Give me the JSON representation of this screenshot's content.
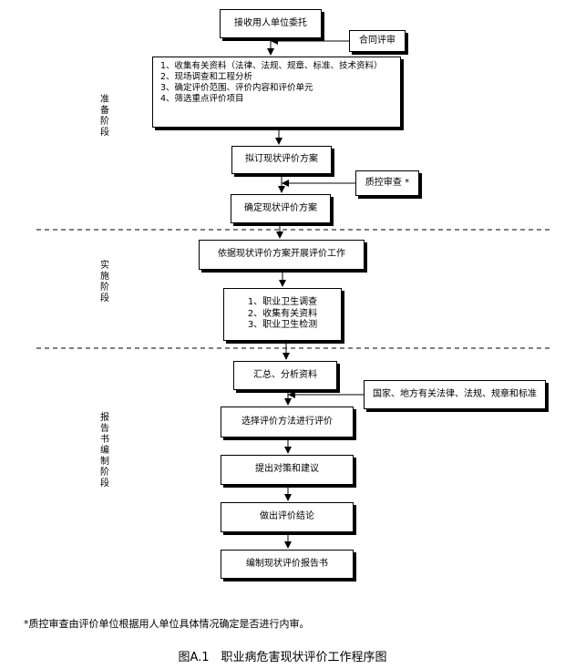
{
  "flow": {
    "receive": "接收用人单位委托",
    "contract_review": "合同评审",
    "prep_items": [
      "1、收集有关资料（法律、法规、规章、标准、技术资料）",
      "2、现场调查和工程分析",
      "3、确定评价范围、评价内容和评价单元",
      "4、筛选重点评价项目"
    ],
    "draft_plan": "拟订现状评价方案",
    "qc_review": "质控审查 *",
    "confirm_plan": "确定现状评价方案",
    "execute": "依据现状评价方案开展评价工作",
    "impl_items": [
      "1、职业卫生调查",
      "2、收集有关资料",
      "3、职业卫生检测"
    ],
    "summarize": "汇总、分析资料",
    "laws": "国家、地方有关法律、法规、规章和标准",
    "select_method": "选择评价方法进行评价",
    "measures": "提出对策和建议",
    "conclusion": "做出评价结论",
    "report": "编制现状评价报告书"
  },
  "stages": {
    "prep": "准备阶段",
    "impl": "实施阶段",
    "report": "报告书编制阶段"
  },
  "footnote": "*质控审查由评价单位根据用人单位具体情况确定是否进行内审。",
  "caption": "图A.1　职业病危害现状评价工作程序图"
}
